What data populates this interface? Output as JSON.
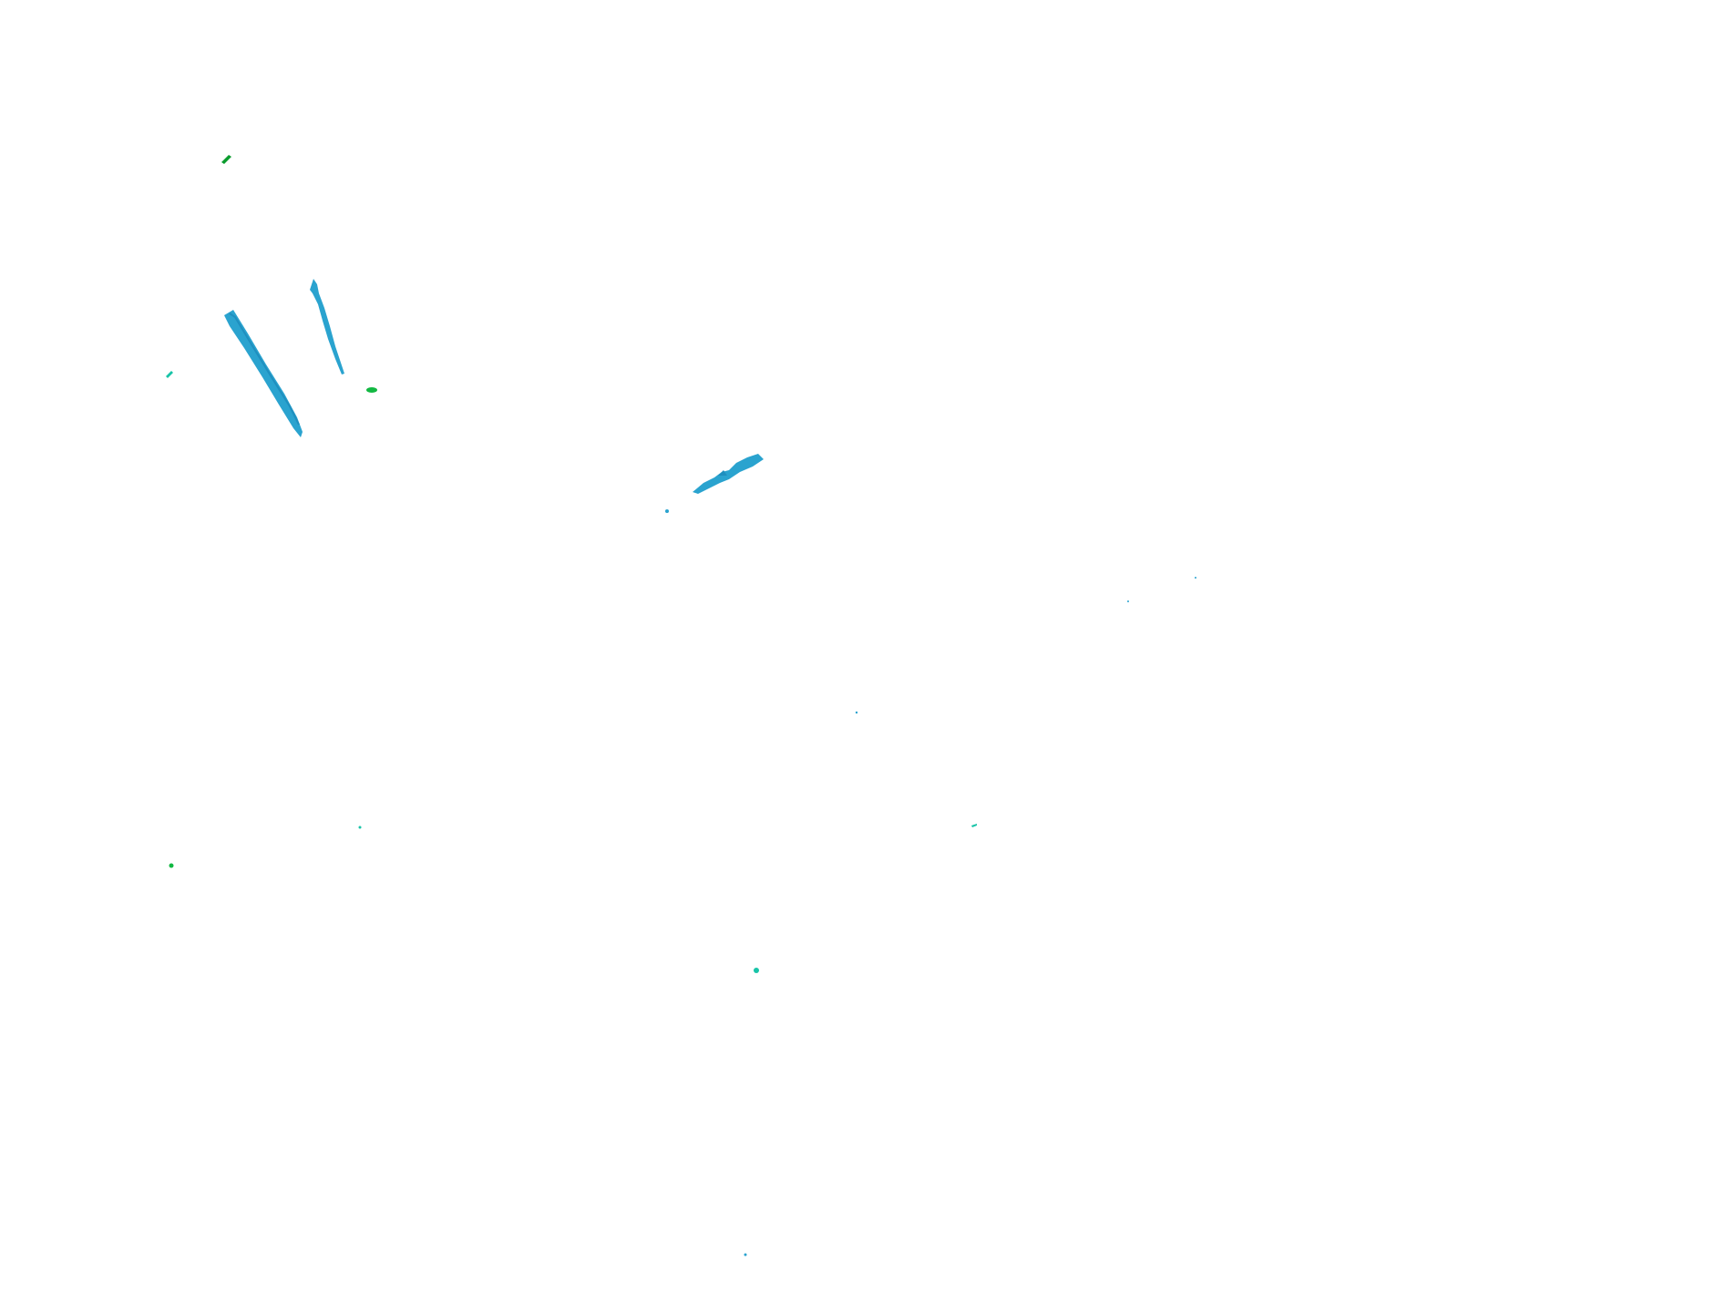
{
  "scene": {
    "caption": "",
    "background_color": "#ffffff",
    "palette": {
      "blue": "#2aa3cf",
      "blue_dark": "#1f8fbf",
      "teal": "#18c4a8",
      "green": "#12b842",
      "green_dark": "#0b9c2e"
    },
    "fragments": [
      {
        "name": "blue-streak-large",
        "color": "blue"
      },
      {
        "name": "blue-streak-thin",
        "color": "blue"
      },
      {
        "name": "blue-streak-diagonal",
        "color": "blue"
      },
      {
        "name": "green-dash-top",
        "color": "green_dark"
      },
      {
        "name": "green-dash-left",
        "color": "teal"
      },
      {
        "name": "green-dash-right",
        "color": "green"
      },
      {
        "name": "blue-speck",
        "color": "blue"
      },
      {
        "name": "teal-speck-center",
        "color": "teal"
      },
      {
        "name": "green-speck-left",
        "color": "green"
      },
      {
        "name": "teal-speck-low",
        "color": "teal"
      },
      {
        "name": "blue-speck-bottom",
        "color": "blue"
      }
    ]
  }
}
